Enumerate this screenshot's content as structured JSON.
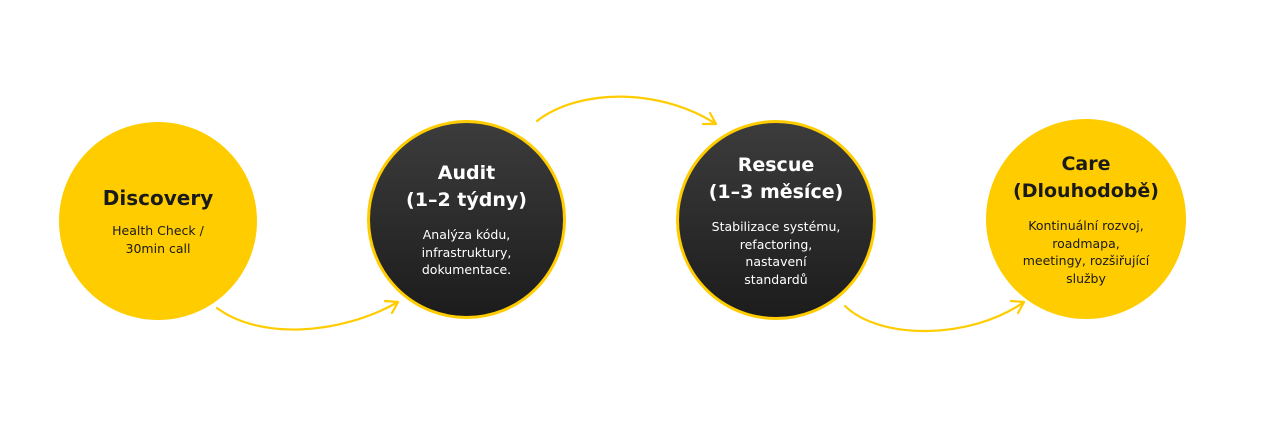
{
  "accent_color": "#FFCC00",
  "dark_color": "#2a2a2a",
  "steps": [
    {
      "title": "Discovery",
      "title2": "",
      "desc": [
        "Health Check /",
        "30min call"
      ]
    },
    {
      "title": "Audit",
      "title2": "(1–2 týdny)",
      "desc": [
        "Analýza kódu,",
        "infrastruktury,",
        "dokumentace."
      ]
    },
    {
      "title": "Rescue",
      "title2": "(1–3 měsíce)",
      "desc": [
        "Stabilizace systému,",
        "refactoring,",
        "nastavení",
        "standardů"
      ]
    },
    {
      "title": "Care",
      "title2": "(Dlouhodobě)",
      "desc": [
        "Kontinuální rozvoj,",
        "roadmapa,",
        "meetingy, rozšiřující",
        "služby"
      ]
    }
  ]
}
